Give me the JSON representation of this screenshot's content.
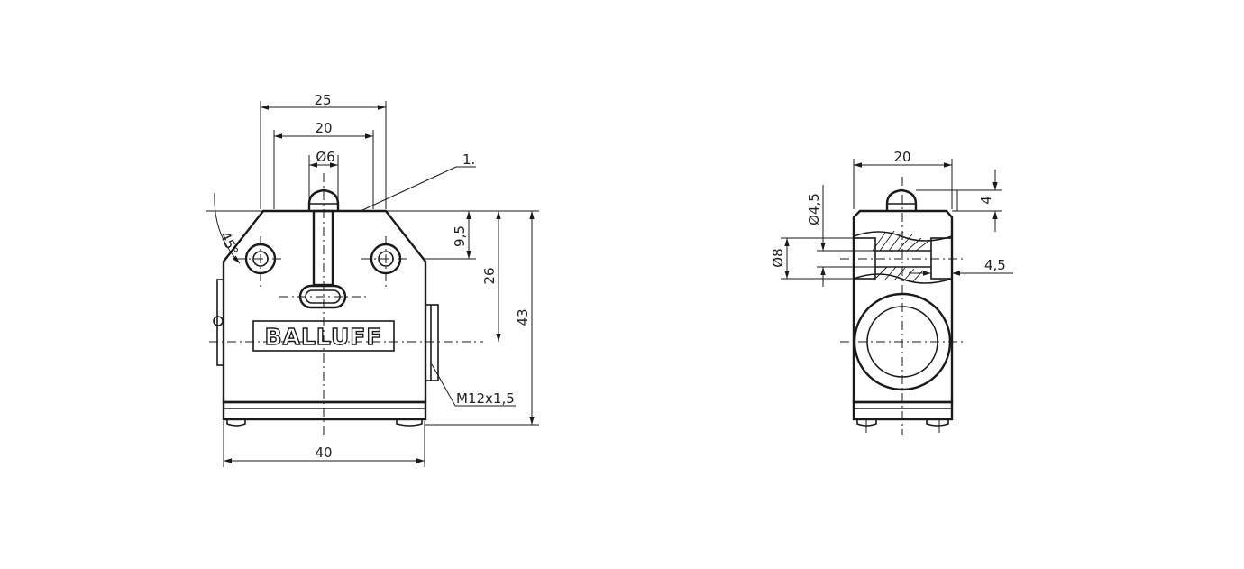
{
  "front_view": {
    "dim_width_25": "25",
    "dim_width_20": "20",
    "dim_diameter_6": "Ø6",
    "callout_1": "1.",
    "dim_angle_45": "45°",
    "dim_height_9_5": "9,5",
    "dim_height_26": "26",
    "dim_height_43": "43",
    "dim_width_40": "40",
    "thread_label": "M12x1,5",
    "logo": "BALLUFF"
  },
  "side_view": {
    "dim_width_20": "20",
    "dim_diameter_4_5": "Ø4,5",
    "dim_diameter_8": "Ø8",
    "dim_height_4": "4",
    "dim_depth_4_5": "4,5"
  }
}
